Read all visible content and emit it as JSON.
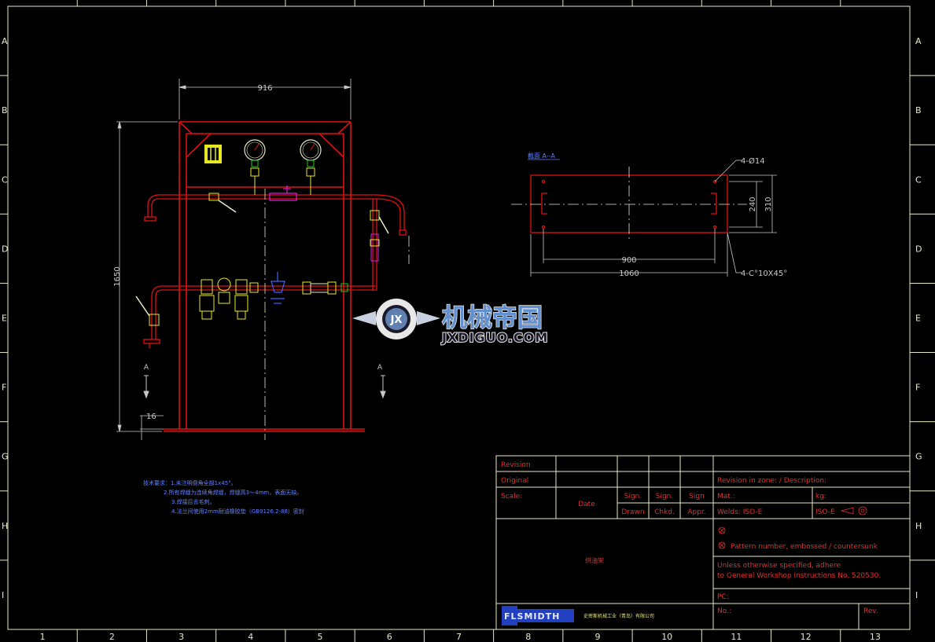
{
  "colors": {
    "background": "#000000",
    "frame": "#e8e8c8",
    "red": "#e01010",
    "cyan": "#00c8c8",
    "dimension": "#c8c8c8",
    "yellow": "#e8e820",
    "magenta": "#e020e0",
    "green": "#20c820",
    "blue": "#4060ff",
    "title_red": "#e03030",
    "title_yellow": "#e8e860"
  },
  "border": {
    "rows": [
      "A",
      "B",
      "C",
      "D",
      "E",
      "F",
      "G",
      "H",
      "I"
    ],
    "columns": [
      "1",
      "2",
      "3",
      "4",
      "5",
      "6",
      "7",
      "8",
      "9",
      "10",
      "11",
      "12",
      "13"
    ]
  },
  "dimensions": {
    "width": "916",
    "height": "1650",
    "foot": "16"
  },
  "section_labels": {
    "left": "A",
    "right": "A"
  },
  "section_view": {
    "title": "截面 A--A",
    "holes": "4-Ø14",
    "dim_240": "240",
    "dim_310": "310",
    "dim_900": "900",
    "dim_1060": "1060",
    "chamfer": "4-C°10X45°"
  },
  "notes": {
    "line1": "技术要求：1.未注明倒角全部1x45°。",
    "line2": "2.所有焊缝为连续角焊缝，焊缝高3～4mm，表面无缺。",
    "line3": "3.焊接后去毛刺。",
    "line4": "4.法兰间使用2mm耐油橡胶垫（GB9126.2-88）密封"
  },
  "watermark": {
    "logo_letters": "JX",
    "chinese": "机械帝国",
    "url": "JXDIGUO.COM"
  },
  "title_block": {
    "revision": "Revision",
    "original": "Original",
    "scale": "Scale:",
    "date": "Date",
    "sign1": "Sign.",
    "sign2": "Sign.",
    "sign3": "Sign",
    "drawn": "Drawn",
    "chkd": "Chkd.",
    "appr": "Appr.",
    "revision_zone": "Revision in zone: / Description:",
    "mat": "Mat.:",
    "kg": "kg:",
    "welds": "Welds: ISO-E",
    "iso": "ISO-E",
    "pattern": "Pattern number, embossed / countersunk",
    "unless1": "Unless otherwise specified, adhere",
    "unless2": "to General Workshop Instructions No. 520530.",
    "pc": "PC:",
    "no": "No.:",
    "rev": "Rev.",
    "drawing_name": "供油架",
    "company": "FLSMIDTH",
    "company_sub": "史密斯机械工业（青岛）有限公司"
  }
}
